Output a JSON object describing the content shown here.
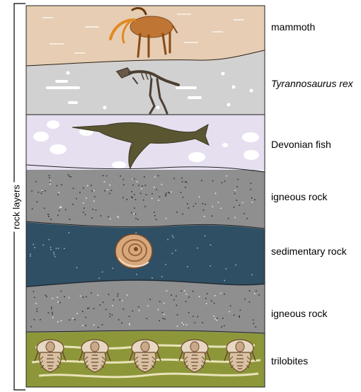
{
  "side_label": "rock layers",
  "layers": [
    {
      "key": "mammoth",
      "label": "mammoth",
      "italic": false,
      "color": "#e6cdb3"
    },
    {
      "key": "trex",
      "label": "Tyrannosaurus rex",
      "italic": true,
      "color": "#d1d1d1"
    },
    {
      "key": "fish",
      "label": "Devonian fish",
      "italic": false,
      "color": "#e6dff0"
    },
    {
      "key": "igneous_upper",
      "label": "igneous rock",
      "italic": false,
      "color": "#8f8f8f"
    },
    {
      "key": "sedimentary",
      "label": "sedimentary rock",
      "italic": false,
      "color": "#2f4f64"
    },
    {
      "key": "igneous_lower",
      "label": "igneous rock",
      "italic": false,
      "color": "#8f8f8f"
    },
    {
      "key": "trilobites",
      "label": "trilobites",
      "italic": false,
      "color": "#8d973a"
    }
  ],
  "icons": {
    "mammoth": "mammoth-skeleton-icon",
    "trex": "tyrannosaurus-skeleton-icon",
    "fish": "devonian-fish-icon",
    "shell": "snail-shell-icon",
    "trilobite": "trilobite-icon"
  }
}
